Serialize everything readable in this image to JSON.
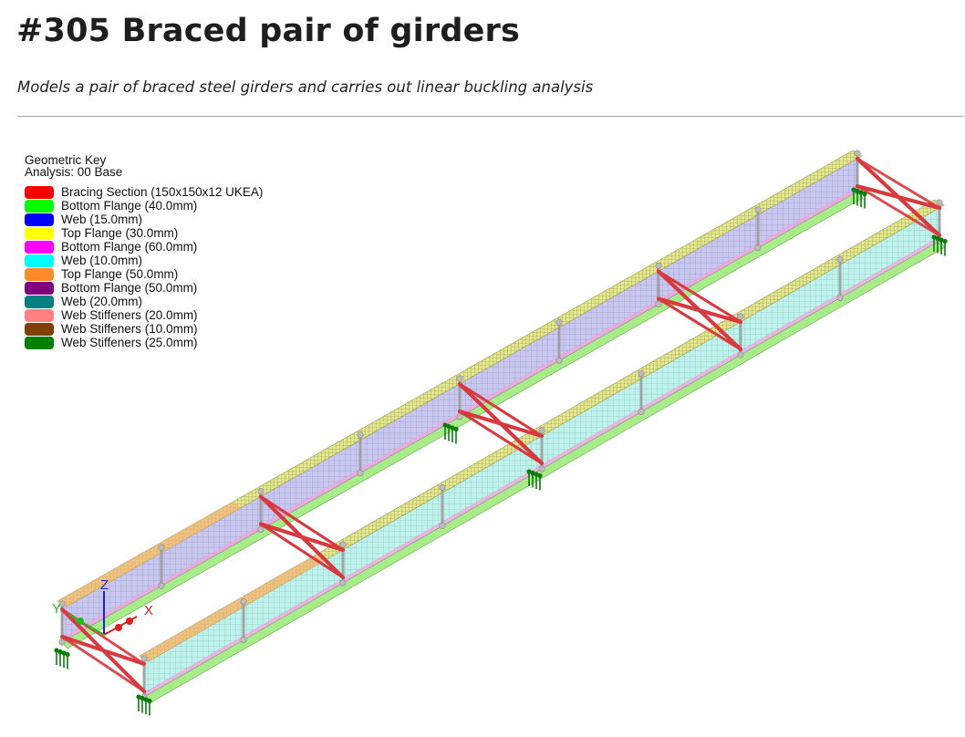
{
  "page": {
    "title": "#305 Braced pair of girders",
    "description": "Models a pair of braced steel girders and carries out linear buckling analysis"
  },
  "key": {
    "title": "Geometric Key",
    "analysis": "Analysis: 00 Base",
    "items": [
      {
        "label": "Bracing Section (150x150x12 UKEA)",
        "color": "#ff0000"
      },
      {
        "label": "Bottom Flange (40.0mm)",
        "color": "#00ff00"
      },
      {
        "label": "Web (15.0mm)",
        "color": "#0000ff"
      },
      {
        "label": "Top Flange (30.0mm)",
        "color": "#ffff00"
      },
      {
        "label": "Bottom Flange (60.0mm)",
        "color": "#ff00ff"
      },
      {
        "label": "Web (10.0mm)",
        "color": "#00ffff"
      },
      {
        "label": "Top Flange (50.0mm)",
        "color": "#ff8a2a"
      },
      {
        "label": "Bottom Flange (50.0mm)",
        "color": "#800080"
      },
      {
        "label": "Web (20.0mm)",
        "color": "#008080"
      },
      {
        "label": "Web Stiffeners (20.0mm)",
        "color": "#ff8080"
      },
      {
        "label": "Web Stiffeners (10.0mm)",
        "color": "#804000"
      },
      {
        "label": "Web Stiffeners (25.0mm)",
        "color": "#008000"
      }
    ]
  },
  "axes": {
    "x": "X",
    "y": "Y",
    "z": "Z"
  },
  "colors": {
    "web_tint": "#c7c7ef",
    "web_cyan": "#bff2ec",
    "top_flange": "#e4e88c",
    "bottom_flange": "#a8ec8a",
    "bracing": "#d8393f",
    "support": "#0a7d0a"
  }
}
